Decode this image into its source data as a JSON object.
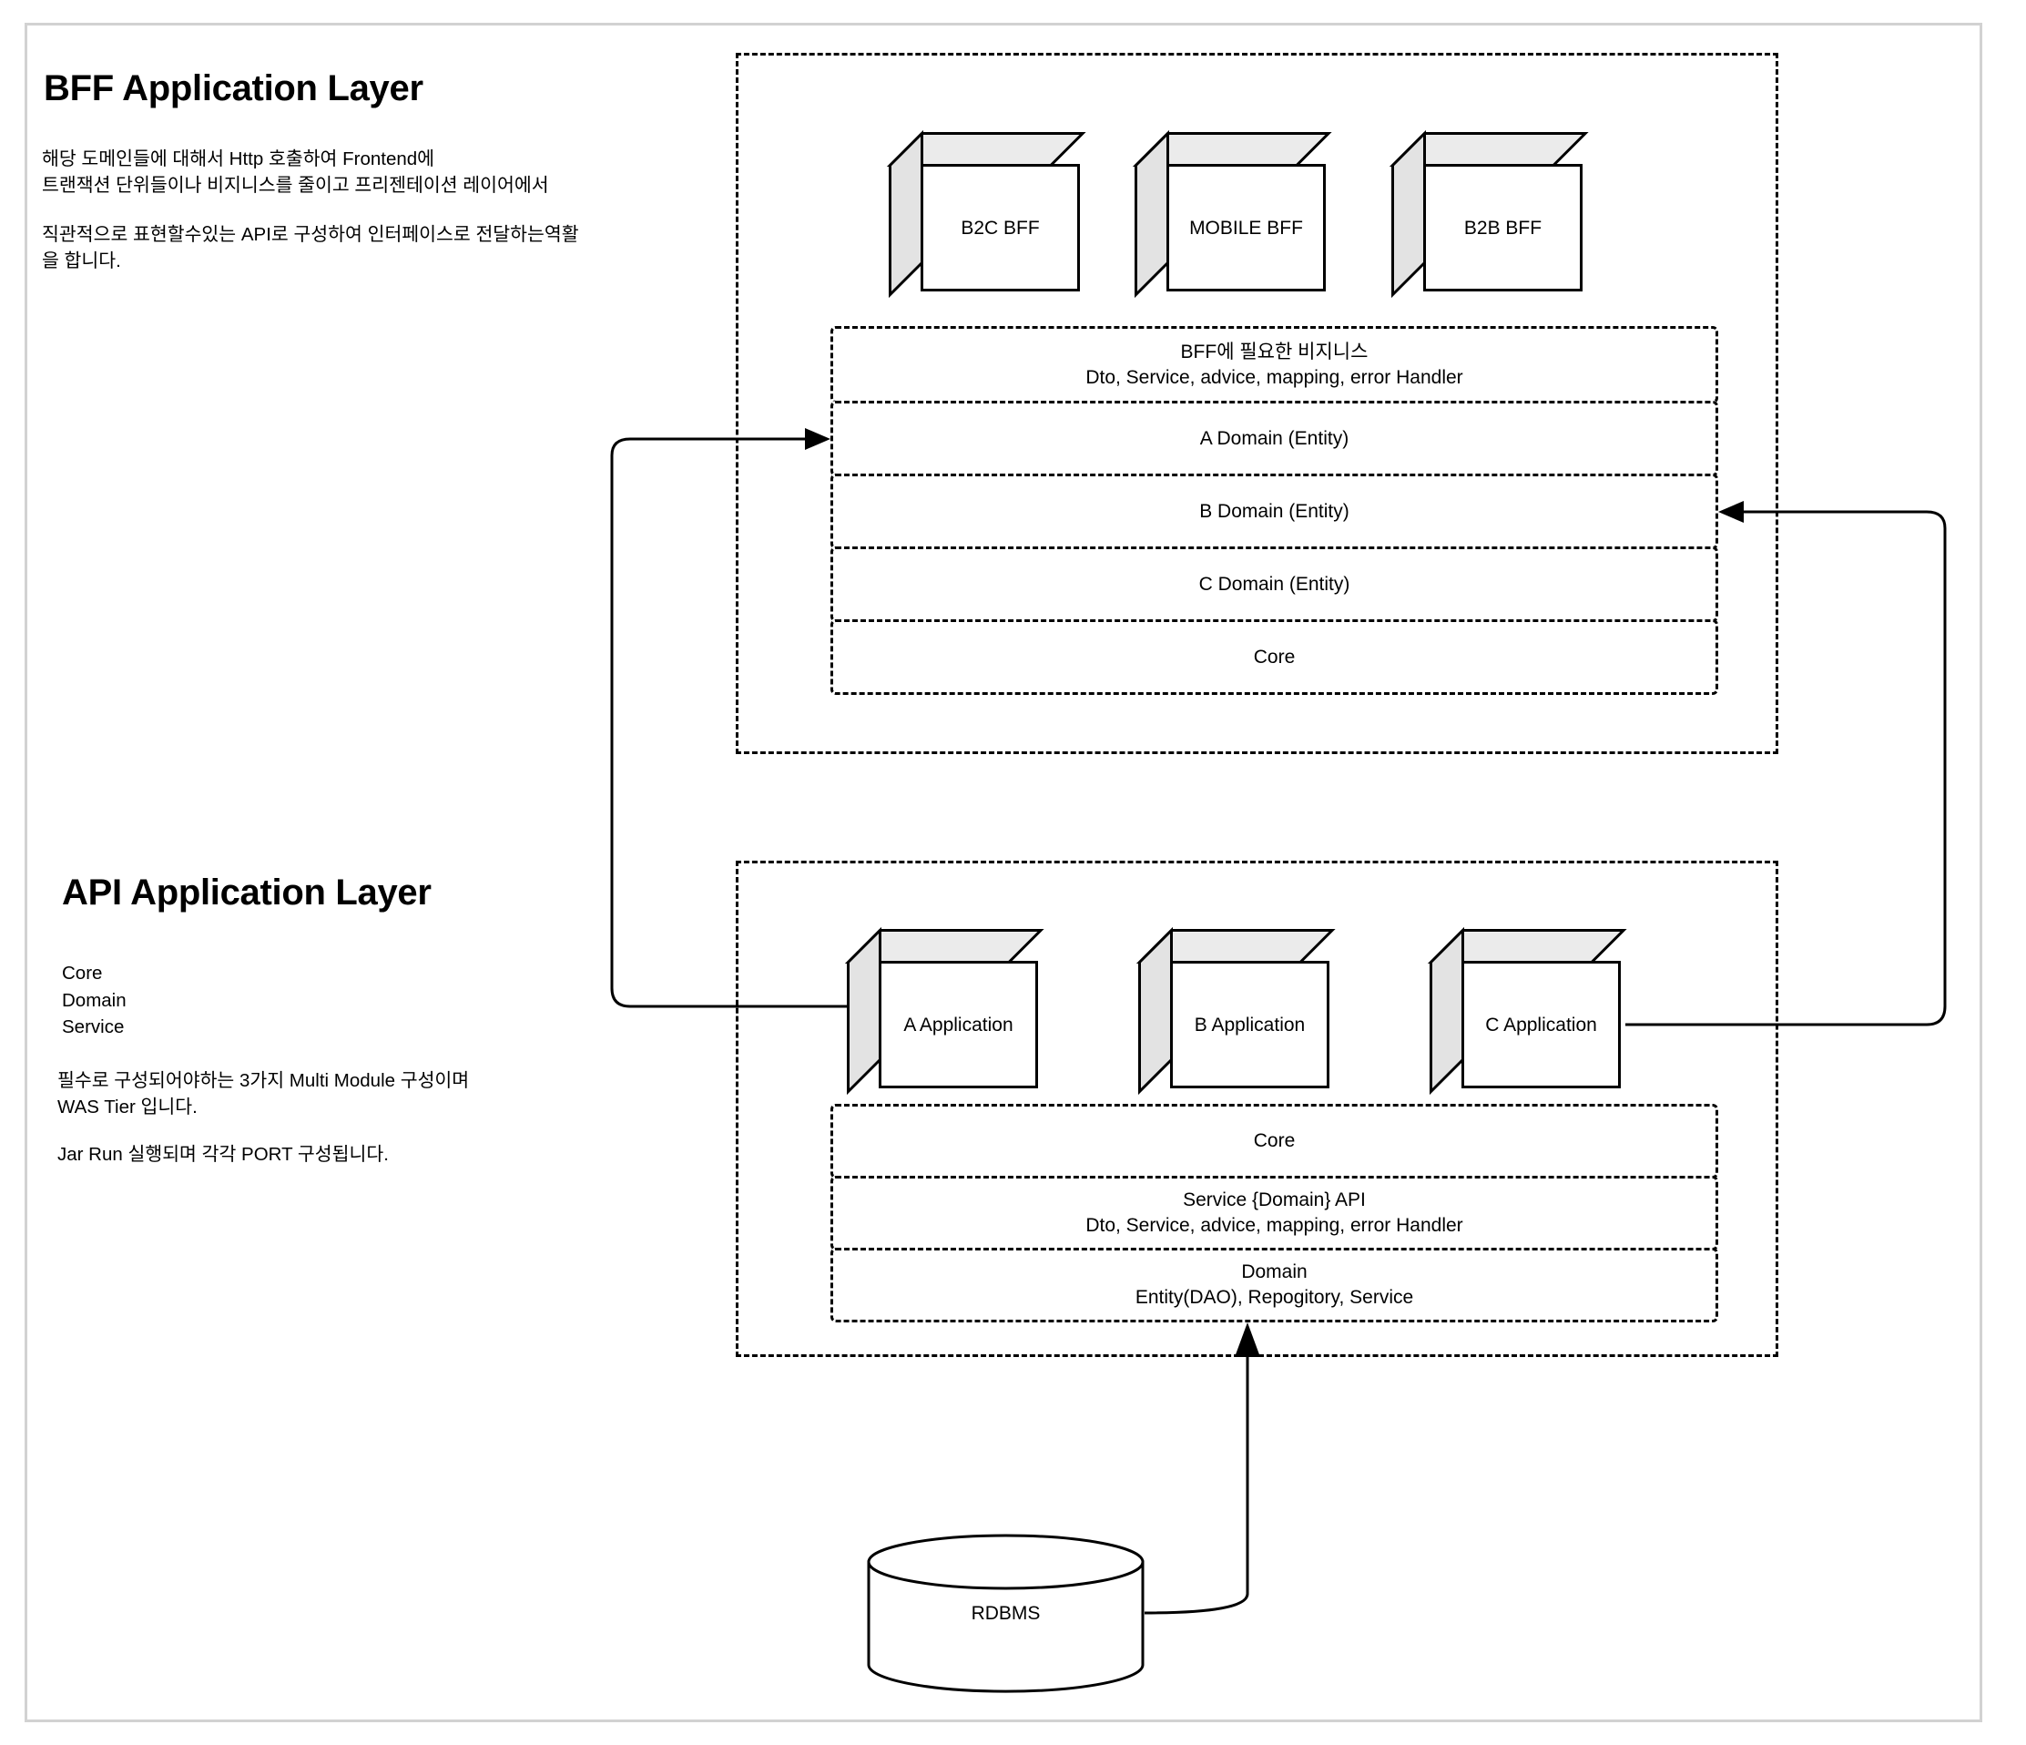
{
  "page": {
    "background": "#ffffff",
    "frame_color": "#d2d2d2"
  },
  "bff_section": {
    "title": "BFF Application Layer",
    "description_1": "해당 도메인들에 대해서 Http 호출하여 Frontend에\n트랜잭션 단위들이나 비지니스를 줄이고 프리젠테이션 레이어에서",
    "description_2": "직관적으로 표현할수있는 API로 구성하여 인터페이스로 전달하는역활\n을 합니다."
  },
  "api_section": {
    "title": "API Application Layer",
    "modules": "Core\nDomain\nService",
    "description_1": "필수로 구성되어야하는 3가지 Multi Module 구성이며\nWAS Tier 입니다.",
    "description_2": "Jar Run 실행되며 각각 PORT 구성됩니다."
  },
  "bff_nodes": [
    {
      "label": "B2C BFF"
    },
    {
      "label": "MOBILE BFF"
    },
    {
      "label": "B2B BFF"
    }
  ],
  "bff_stack": [
    {
      "line1": "BFF에 필요한 비지니스",
      "line2": "Dto, Service, advice, mapping, error Handler"
    },
    {
      "line1": "A Domain (Entity)",
      "line2": ""
    },
    {
      "line1": "B Domain (Entity)",
      "line2": ""
    },
    {
      "line1": "C Domain (Entity)",
      "line2": ""
    },
    {
      "line1": "Core",
      "line2": ""
    }
  ],
  "api_nodes": [
    {
      "line1": "A",
      "line2": "Application"
    },
    {
      "line1": "B",
      "line2": "Application"
    },
    {
      "line1": "C",
      "line2": "Application"
    }
  ],
  "api_stack": [
    {
      "line1": "Core",
      "line2": ""
    },
    {
      "line1": "Service {Domain} API",
      "line2": "Dto, Service, advice, mapping, error Handler"
    },
    {
      "line1": "Domain",
      "line2": "Entity(DAO), Repogitory, Service"
    }
  ],
  "database": {
    "label": "RDBMS"
  },
  "colors": {
    "cube_face": "#ffffff",
    "cube_top": "#ebebeb",
    "cube_side": "#e3e3e3",
    "stroke": "#000000"
  }
}
